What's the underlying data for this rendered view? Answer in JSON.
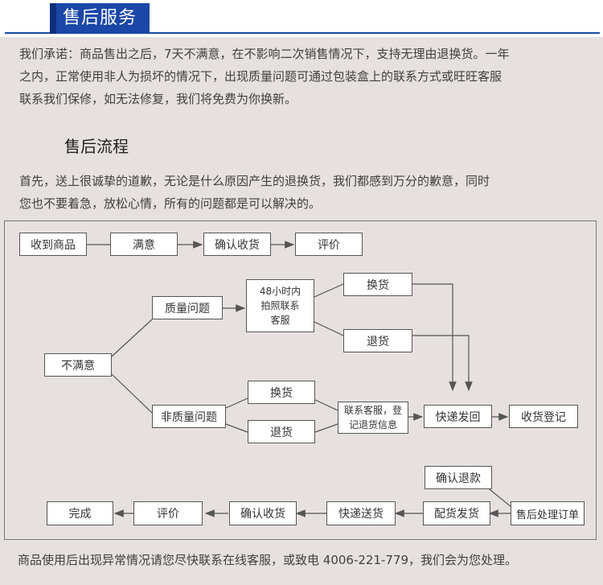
{
  "header": {
    "title": "售后服务"
  },
  "intro": {
    "line1": "我们承诺：商品售出之后，7天不满意，在不影响二次销售情况下，支持无理由退换货。一年",
    "line2": "之内，正常使用非人为损坏的情况下，出现质量问题可通过包装盒上的联系方式或旺旺客服",
    "line3": "联系我们保修，如无法修复，我们将免费为你换新。"
  },
  "process": {
    "title": "售后流程",
    "line1": "首先，送上很诚挚的道歉，无论是什么原因产生的退换货，我们都感到万分的歉意，同时",
    "line2": "您也不要着急，放松心情，所有的问题都是可以解决的。"
  },
  "flow": {
    "receive": "收到商品",
    "satisfied": "满意",
    "confirm_receipt": "确认收货",
    "review": "评价",
    "dissatisfied": "不满意",
    "quality_issue": "质量问题",
    "contact_48h": "48小时内\n拍照联系\n客服",
    "exchange_a": "换货",
    "return_a": "退货",
    "non_quality_issue": "非质量问题",
    "exchange_b": "换货",
    "return_b": "退货",
    "contact_register": "联系客服，登\n记退货信息",
    "express_return": "快递发回",
    "receipt_register": "收货登记",
    "confirm_refund": "确认退款",
    "aftersale_order": "售后处理订单",
    "pick_ship": "配货发货",
    "express_send": "快递送货",
    "confirm_receipt_2": "确认收货",
    "review_2": "评价",
    "done": "完成"
  },
  "footer": {
    "text": "商品使用后出现异常情况请您尽快联系在线客服，或致电 4006-221-779，我们会为您处理。"
  }
}
